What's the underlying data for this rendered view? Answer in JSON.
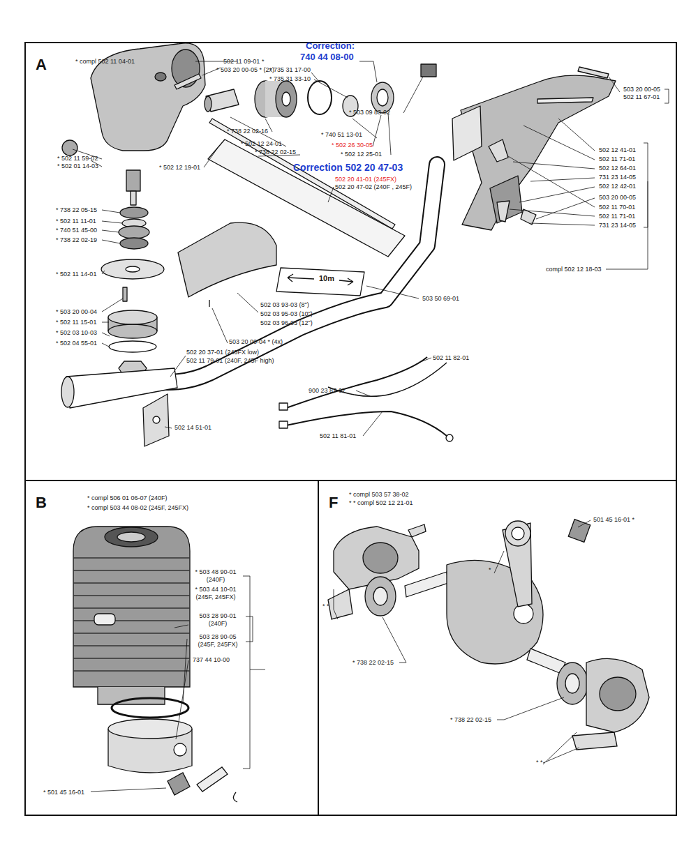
{
  "diagram": {
    "nodes": [
      {
        "text": [
          "A"
        ]
      },
      {
        "text": [
          "B"
        ]
      },
      {
        "text": [
          "F"
        ]
      }
    ],
    "labels": [
      "* compl 502 11  04-01",
      "Correction:",
      "740 44 08-00",
      "502 11 09-01  *",
      "* 503 20 00-05  * (2x)",
      "* 735 31 17-00",
      "* 735 31 33-10",
      "* 503 09 83-02",
      "503 20 00-05",
      "502 11 67-01",
      "* 502 11 59-02",
      "* 502 01 14-03",
      "* 738 22 02-16",
      "* 740 51 13-01",
      "* 502 12 24-01",
      "* 738 22 02-15",
      "* 502 26 30-05",
      "* 502 12 25-01",
      "502 12 41-01",
      "502 11 71-01",
      "502 12 64-01",
      "731 23 14-05",
      "502 12 42-01",
      "503 20 00-05",
      "502 11 70-01",
      "502 11 71-01",
      "731 23 14-05",
      "* 502 12 19-01",
      "Correction 502 20 47-03",
      "502 20 41-01 (245FX)",
      "502 20 47-02 (240F , 245F)",
      "* 738 22 05-15",
      "* 502 11 11-01",
      "* 740 51 45-00",
      "* 738 22 02-19",
      "compl 502 12 18-03",
      "* 502 11 14-01",
      "10m",
      "503 50 69-01",
      "502 03 93-03 (8\")",
      "502 03 95-03 (10\")",
      "502 03 96-03 (12\")",
      "* 503 20 00-04",
      "* 502 11 15-01",
      "* 502 03 10-03",
      "* 502 04 55-01",
      "503 20 00-04  * (4x)",
      "502 20 37-01 (245FX low)",
      "502 11 79-01 (240F, 245F high)",
      "502 11 82-01",
      "900 23 87-07",
      "502 14 51-01",
      "502 11 81-01",
      "* compl 506 01 06-07 (240F)",
      "* compl 503 44 08-02 (245F, 245FX)",
      "* 503 48 90-01 (240F)",
      "* 503 44 10-01 (245F, 245FX)",
      "503 28 90-01 (240F)",
      "503 28 90-05 (245F, 245FX)",
      "737 44 10-00",
      "* 501 45 16-01",
      "* compl 503 57 38-02",
      "* * compl 502 12 21-01",
      "501 45 16-01  *",
      "*",
      "* *",
      "* 738 22 02-15",
      "* 738 22 02-15",
      "* *"
    ]
  }
}
